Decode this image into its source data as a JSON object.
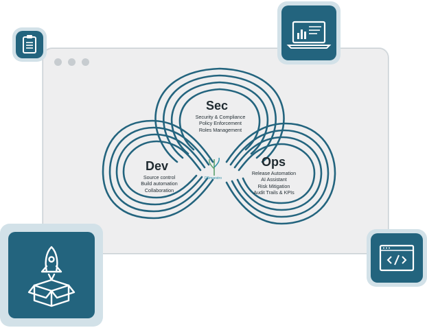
{
  "diagram": {
    "sec": {
      "title": "Sec",
      "items": [
        "Security & Compliance",
        "Policy Enforcement",
        "Roles Management"
      ]
    },
    "dev": {
      "title": "Dev",
      "items": [
        "Source control",
        "Build automation",
        "Collaboration"
      ]
    },
    "ops": {
      "title": "Ops",
      "items": [
        "Release Automation",
        "AI Assistant",
        "Risk Mitigation",
        "Audit Trails & KPIs"
      ]
    },
    "logo": {
      "text": "DBmaestro"
    }
  },
  "icons": {
    "top_left": "clipboard-icon",
    "top_right": "laptop-chart-icon",
    "bottom_left": "rocket-box-icon",
    "bottom_right": "code-window-icon"
  },
  "colors": {
    "accent": "#23647e",
    "tile_border": "#d2e1e8",
    "window_bg": "#eeeeef"
  }
}
